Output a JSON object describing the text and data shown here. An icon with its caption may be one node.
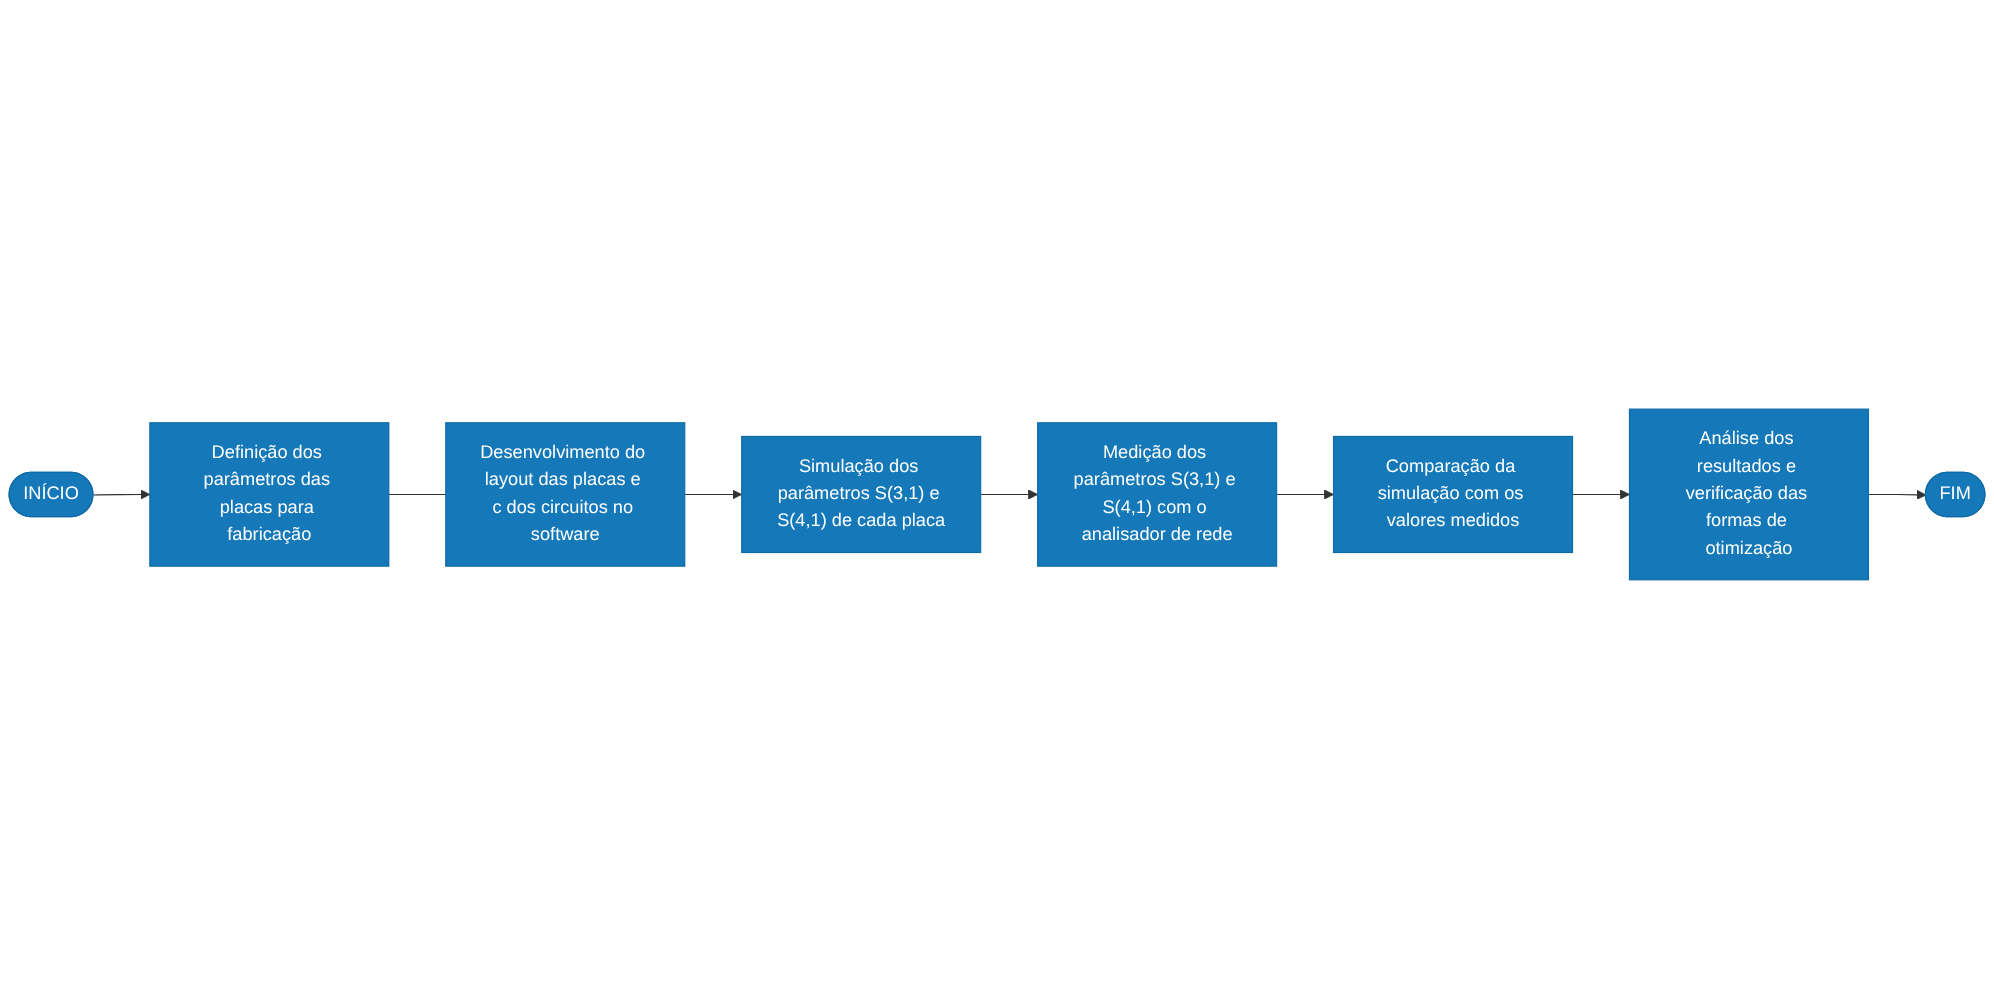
{
  "diagram": {
    "nodes": [
      {
        "text": [
          "INÍCIO"
        ]
      },
      {
        "text": [
          "Definição dos parâmetros das placas para fabricação"
        ]
      },
      {
        "text": [
          "Desenvolvimento do layout das placas e c dos circuitos no software"
        ]
      },
      {
        "text": [
          "Simulação dos parâmetros S(3,1) e S(4,1) de cada placa"
        ]
      },
      {
        "text": [
          "Medição dos parâmetros S(3,1) e S(4,1) com o analisador de rede"
        ]
      },
      {
        "text": [
          "Comparação da simulação com os valores medidos"
        ]
      },
      {
        "text": [
          "Análise dos resultados e verificação das formas de otimização"
        ]
      },
      {
        "text": [
          "FIM"
        ]
      }
    ],
    "edges": [
      {
        "from": 0,
        "to": 1,
        "arrow": "to"
      },
      {
        "from": 1,
        "to": 2,
        "arrow": "none"
      },
      {
        "from": 2,
        "to": 3,
        "arrow": "to"
      },
      {
        "from": 3,
        "to": 4,
        "arrow": "to"
      },
      {
        "from": 4,
        "to": 5,
        "arrow": "to"
      },
      {
        "from": 5,
        "to": 6,
        "arrow": "to"
      },
      {
        "from": 6,
        "to": 7,
        "arrow": "to"
      }
    ]
  }
}
